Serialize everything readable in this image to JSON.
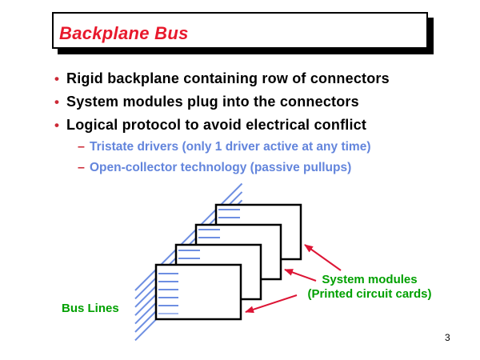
{
  "slide": {
    "title": "Backplane Bus",
    "page_number": "3",
    "bullet_marker": "•",
    "sub_bullet_marker": "–",
    "bullets": [
      "Rigid backplane containing row of connectors",
      "System modules plug into the connectors",
      "Logical protocol to avoid electrical conflict"
    ],
    "sub_bullets": [
      "Tristate drivers (only 1 driver active at any time)",
      "Open-collector technology (passive pullups)"
    ],
    "diagram": {
      "bus_lines_label": "Bus Lines",
      "modules_label_line1": "System modules",
      "modules_label_line2": "(Printed circuit cards)",
      "card_count": 4,
      "bus_line_count": 7
    }
  },
  "colors": {
    "title_red": "#e8192c",
    "marker_red": "#cc2936",
    "arrow_red": "#dd1535",
    "text_black": "#000000",
    "sub_text_blue": "#6385dc",
    "bus_line_blue": "#6e8fe2",
    "label_green": "#00a000",
    "background": "#ffffff"
  }
}
